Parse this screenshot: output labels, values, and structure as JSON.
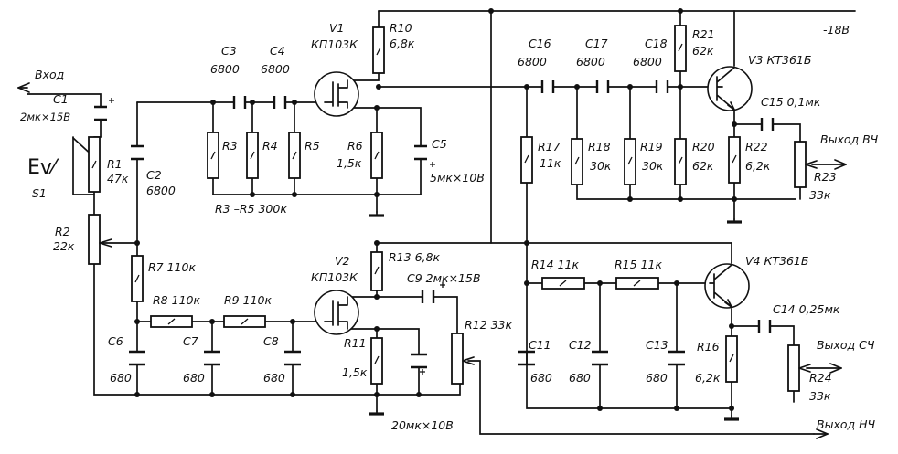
{
  "labels": {
    "supply": "-18В",
    "input": "Вход",
    "switch_glyph": "Ev⁄",
    "s1": "S1",
    "c1": "C1",
    "c1_val": "2мк×15В",
    "r1": "R1",
    "r1_val": "47к",
    "r2": "R2",
    "r2_val": "22к",
    "c2": "C2",
    "c2_val": "6800",
    "c3": "C3",
    "c3_val": "6800",
    "c4": "C4",
    "c4_val": "6800",
    "v1": "V1",
    "v1_type": "КП103К",
    "r10": "R10",
    "r10_val": "6,8к",
    "r3": "R3",
    "r4": "R4",
    "r5": "R5",
    "r3_r5": "R3 –R5  300к",
    "r6": "R6",
    "r6_val": "1,5к",
    "c5": "C5",
    "c5_val": "5мк×10В",
    "c16": "C16",
    "c16_val": "6800",
    "c17": "C17",
    "c17_val": "6800",
    "c18": "C18",
    "c18_val": "6800",
    "r21": "R21",
    "r21_val": "62к",
    "v3": "V3  КТ361Б",
    "c15": "C15  0,1мк",
    "r17": "R17",
    "r17_val": "11к",
    "r18": "R18",
    "r18_val": "30к",
    "r19": "R19",
    "r19_val": "30к",
    "r20": "R20",
    "r20_val": "62к",
    "r22": "R22",
    "r22_val": "6,2к",
    "r23": "R23",
    "r23_val": "33к",
    "out_hf": "Выход ВЧ",
    "r7": "R7  110к",
    "r8": "R8  110к",
    "r9": "R9  110к",
    "v2": "V2",
    "v2_type": "КП103К",
    "r13": "R13  6,8к",
    "c9": "C9  2мк×15В",
    "r11": "R11",
    "r11_val": "1,5к",
    "c10_val": "20мк×10В",
    "r12": "R12  33к",
    "c6": "C6",
    "c6_val": "680",
    "c7": "C7",
    "c7_val": "680",
    "c8": "C8",
    "c8_val": "680",
    "r14": "R14  11к",
    "r15": "R15  11к",
    "v4": "V4  КТ361Б",
    "c14": "C14  0,25мк",
    "c11": "C11",
    "c11_val": "680",
    "c12": "C12",
    "c12_val": "680",
    "c13": "C13",
    "c13_val": "680",
    "r16": "R16",
    "r16_val": "6,2к",
    "out_mf": "Выход СЧ",
    "r24": "R24",
    "r24_val": "33к",
    "out_lf": "Выход НЧ"
  }
}
